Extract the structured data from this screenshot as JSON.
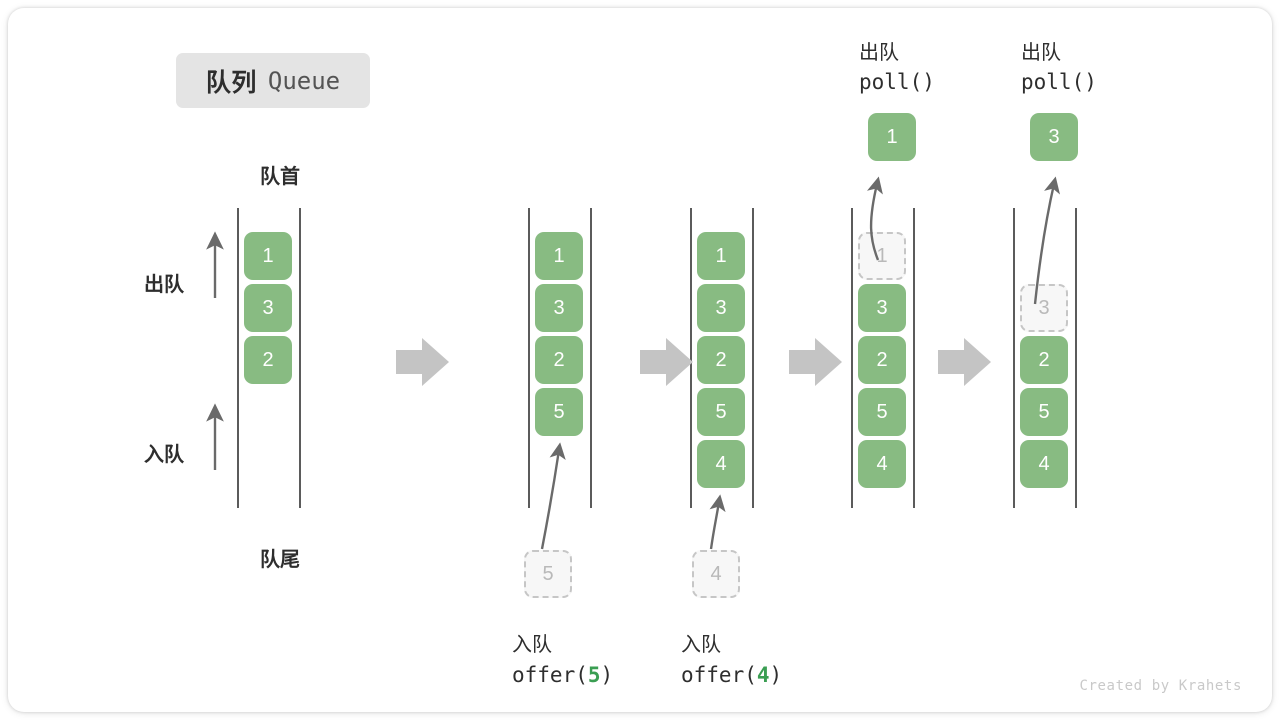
{
  "title": {
    "cn": "队列",
    "en": "Queue"
  },
  "axis_labels": {
    "head": "队首",
    "tail": "队尾",
    "dequeue": "出队",
    "enqueue": "入队"
  },
  "watermark": "Created by Krahets",
  "colors": {
    "item_fill": "#88bb82",
    "item_text": "#ffffff",
    "ghost_fill": "#f7f7f7",
    "ghost_border": "#c6c6c6",
    "ghost_text": "#b9b9b9",
    "rail": "#5b5b5b",
    "step_arrow": "#c4c4c4",
    "curve_arrow": "#6a6a6a",
    "badge_bg": "#e4e4e4",
    "text": "#2e2e2e",
    "accent_green": "#3a9e52",
    "watermark": "#c9c9c9"
  },
  "steps": [
    {
      "id": "initial",
      "items": [
        "1",
        "3",
        "2"
      ],
      "ghost_in_queue": null,
      "ghost_below": null,
      "popped": null,
      "caption_cn": null,
      "caption_code": null,
      "caption_arg": null
    },
    {
      "id": "offer-5",
      "items": [
        "1",
        "3",
        "2",
        "5"
      ],
      "ghost_in_queue": null,
      "ghost_below": "5",
      "popped": null,
      "caption_cn": "入队",
      "caption_code": "offer(",
      "caption_arg": "5",
      "caption_code_end": ")"
    },
    {
      "id": "offer-4",
      "items": [
        "1",
        "3",
        "2",
        "5",
        "4"
      ],
      "ghost_in_queue": null,
      "ghost_below": "4",
      "popped": null,
      "caption_cn": "入队",
      "caption_code": "offer(",
      "caption_arg": "4",
      "caption_code_end": ")"
    },
    {
      "id": "poll-1",
      "items": [
        "3",
        "2",
        "5",
        "4"
      ],
      "ghost_in_queue": "1",
      "ghost_slot": 0,
      "ghost_below": null,
      "popped": "1",
      "caption_cn": "出队",
      "caption_code": "poll()",
      "caption_arg": null
    },
    {
      "id": "poll-3",
      "items": [
        "2",
        "5",
        "4"
      ],
      "ghost_in_queue": "3",
      "ghost_slot": 1,
      "ghost_below": null,
      "popped": "3",
      "caption_cn": "出队",
      "caption_code": "poll()",
      "caption_arg": null
    }
  ],
  "cells": {
    "c1": [
      "1",
      "3",
      "2"
    ],
    "c2": [
      "1",
      "3",
      "2",
      "5"
    ],
    "c3": [
      "1",
      "3",
      "2",
      "5",
      "4"
    ],
    "c4": [
      "3",
      "2",
      "5",
      "4"
    ],
    "c5": [
      "2",
      "5",
      "4"
    ],
    "ghost_5": "5",
    "ghost_4": "4",
    "ghost_1": "1",
    "ghost_3": "3",
    "popped_1": "1",
    "popped_3": "3"
  },
  "captions": {
    "offer5_cn": "入队",
    "offer5_code_pre": "offer(",
    "offer5_arg": "5",
    "offer5_code_post": ")",
    "offer4_cn": "入队",
    "offer4_code_pre": "offer(",
    "offer4_arg": "4",
    "offer4_code_post": ")",
    "poll1_cn": "出队",
    "poll1_code": "poll()",
    "poll3_cn": "出队",
    "poll3_code": "poll()"
  }
}
